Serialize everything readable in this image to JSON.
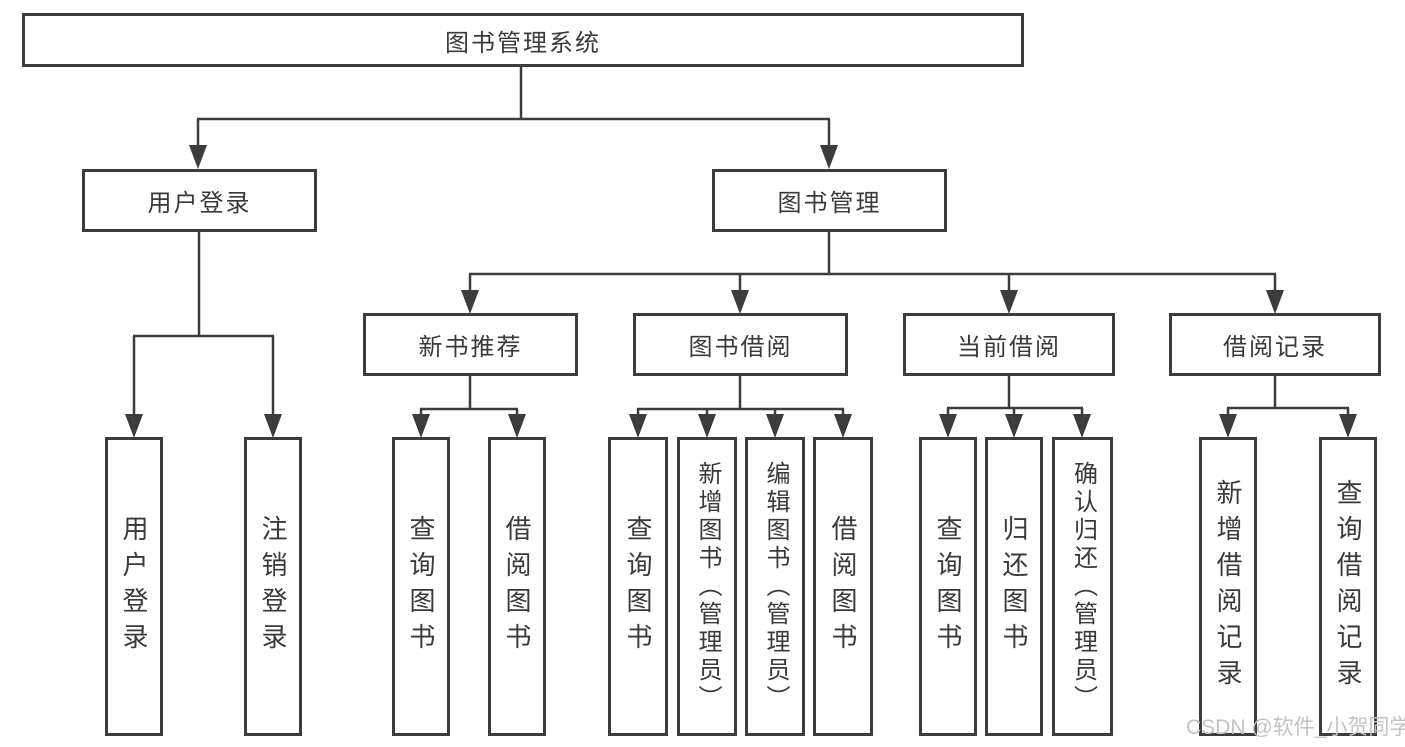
{
  "diagram": {
    "root": {
      "label": "图书管理系统"
    },
    "level2": [
      {
        "label": "用户登录"
      },
      {
        "label": "图书管理"
      }
    ],
    "level3": [
      {
        "label": "新书推荐"
      },
      {
        "label": "图书借阅"
      },
      {
        "label": "当前借阅"
      },
      {
        "label": "借阅记录"
      }
    ],
    "leaves": {
      "user_login": [
        "用户登录",
        "注销登录"
      ],
      "new_book": [
        "查询图书",
        "借阅图书"
      ],
      "book_borrow": [
        "查询图书",
        "新增图书（管理员）",
        "编辑图书（管理员）",
        "借阅图书"
      ],
      "current_borrow": [
        "查询图书",
        "归还图书",
        "确认归还（管理员）"
      ],
      "borrow_records": [
        "新增借阅记录",
        "查询借阅记录"
      ]
    }
  },
  "watermark": {
    "text": "CSDN @软件_小贺同学"
  },
  "colors": {
    "line": "#3c3c3c",
    "text": "#3a3a3a",
    "watermark": "#c3c3c3",
    "background": "#ffffff"
  }
}
